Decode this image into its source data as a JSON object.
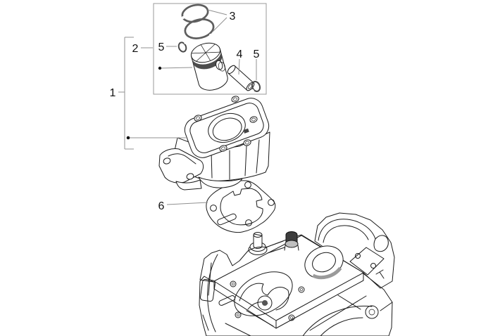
{
  "diagram": {
    "type": "exploded-parts-diagram",
    "callouts": {
      "c1": {
        "label": "1"
      },
      "c2": {
        "label": "2"
      },
      "c3": {
        "label": "3"
      },
      "c4": {
        "label": "4"
      },
      "c5_upper": {
        "label": "5"
      },
      "c5_lower": {
        "label": "5"
      },
      "c6": {
        "label": "6"
      }
    },
    "colors": {
      "background": "#ffffff",
      "outline": "#1a1a1a",
      "leader_gray": "#909090",
      "piston_ring_gray": "#5e5e5e",
      "circlip_gray": "#4a4a4a",
      "ring_band_dark": "#4d4d4d",
      "bolt_dark": "#3d3d3d"
    }
  }
}
